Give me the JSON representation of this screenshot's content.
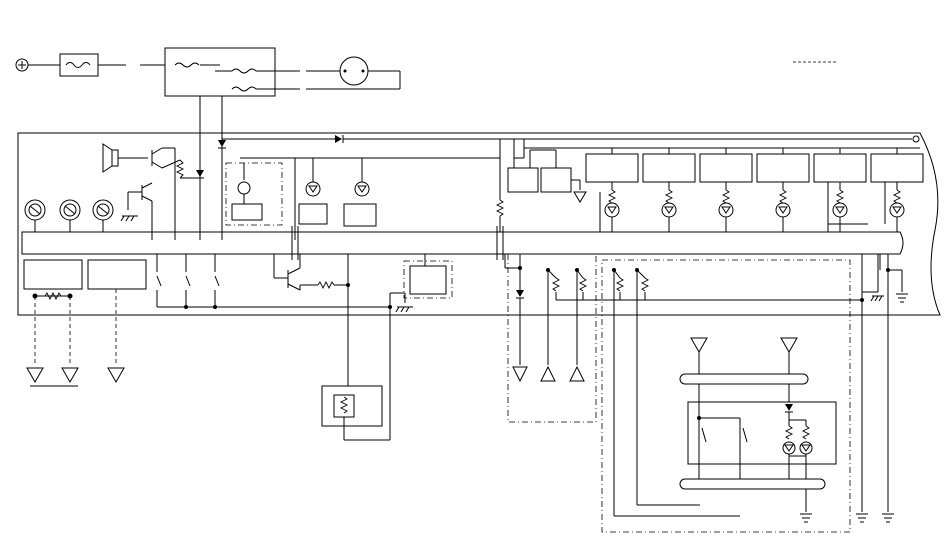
{
  "diagram": {
    "type": "wiring-schematic",
    "text_labels": [],
    "symbols": {
      "battery": "battery-positive-icon",
      "fuse": "fuse-icon",
      "relay": "relay-icon",
      "horn": "horn-icon",
      "gauge": "gauge-icon",
      "bulb": "bulb-icon",
      "led": "led-icon",
      "diode": "diode-icon",
      "resistor": "resistor-icon",
      "switch": "switch-icon",
      "ground": "ground-icon",
      "transistor": "transistor-icon",
      "connector": "connector-triangle-icon"
    },
    "counts": {
      "gauges": 3,
      "indicator_modules": 6,
      "ground_symbols": 6
    },
    "colors": {
      "line": "#000000",
      "background": "#ffffff"
    }
  }
}
